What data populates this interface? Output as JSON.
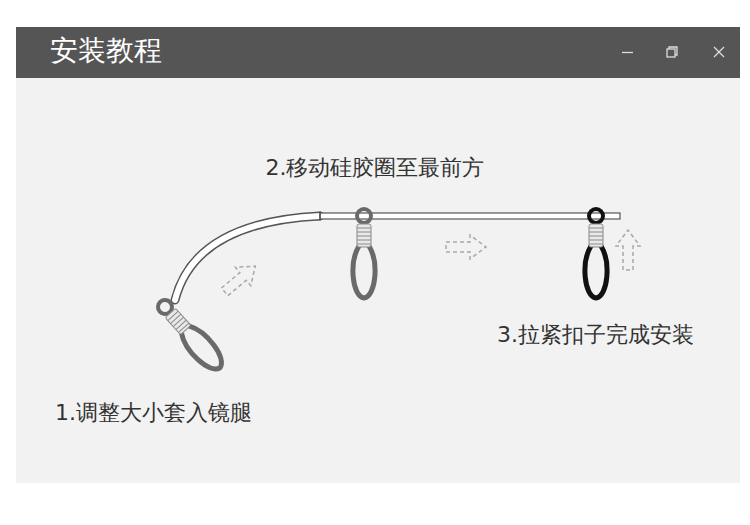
{
  "diagram": {
    "title": "安装教程",
    "labels": [
      "2.移动硅胶圈至最前方",
      "3.拉紧扣子完成安装",
      "1.调整大小套入镜腿"
    ]
  }
}
